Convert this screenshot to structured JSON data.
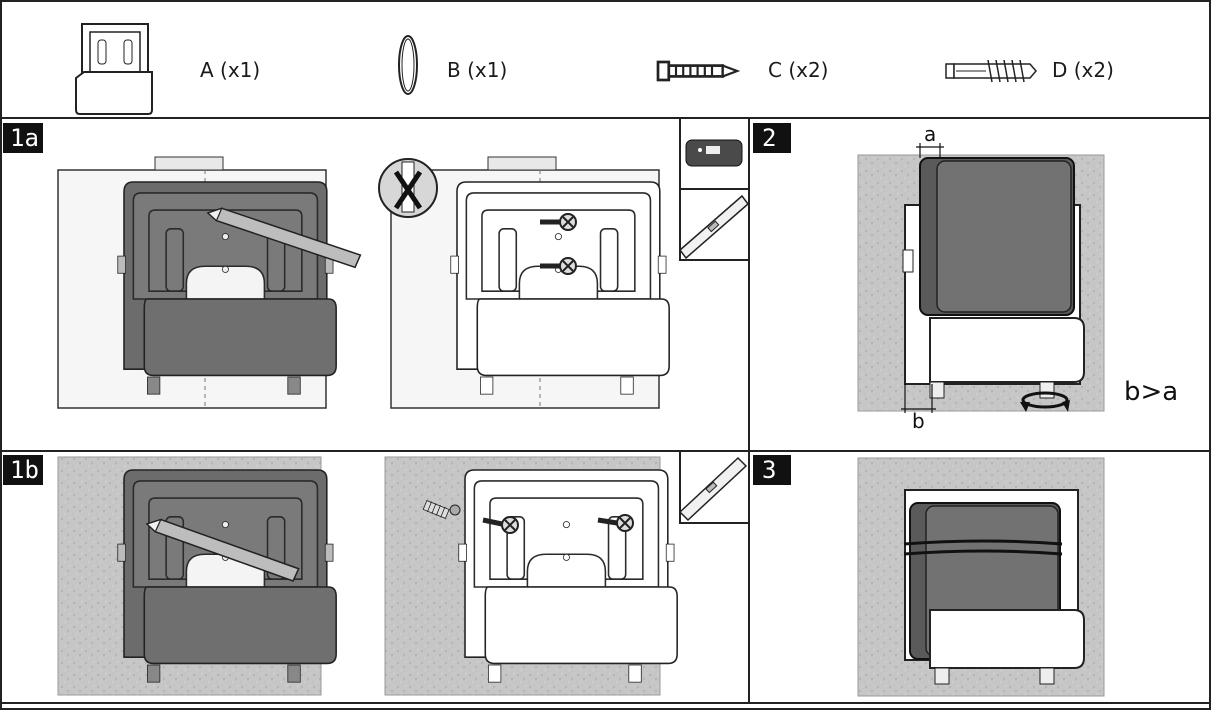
{
  "parts": [
    {
      "label": "A (x1)",
      "icon": "wall-bracket-icon"
    },
    {
      "label": "B (x1)",
      "icon": "strap-ring-icon"
    },
    {
      "label": "C (x2)",
      "icon": "screw-icon"
    },
    {
      "label": "D (x2)",
      "icon": "wall-plug-icon"
    }
  ],
  "steps": {
    "s1a": "1a",
    "s1b": "1b",
    "s2": "2",
    "s3": "3"
  },
  "dimensions": {
    "a": "a",
    "b": "b",
    "rule": "b>a"
  },
  "colors": {
    "bracket_dark": "#6f6f6f",
    "bracket_light": "#ffffff",
    "concrete": "#c9c9c9",
    "wood": "#f4f4f4",
    "device": "#707070",
    "label_bg": "#111111"
  }
}
